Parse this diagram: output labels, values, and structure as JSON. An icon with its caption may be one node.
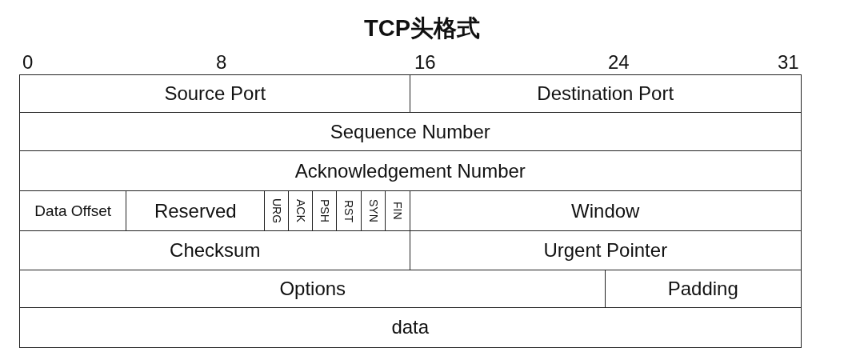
{
  "diagram": {
    "title": "TCP头格式",
    "nodes": [
      {
        "text": [
          "Source Port"
        ]
      },
      {
        "text": [
          "Destination Port"
        ]
      },
      {
        "text": [
          "Sequence Number"
        ]
      },
      {
        "text": [
          "Acknowledgement Number"
        ]
      },
      {
        "text": [
          "Data Offset"
        ]
      },
      {
        "text": [
          "Reserved"
        ]
      },
      {
        "text": [
          "URG"
        ]
      },
      {
        "text": [
          "ACK"
        ]
      },
      {
        "text": [
          "PSH"
        ]
      },
      {
        "text": [
          "RST"
        ]
      },
      {
        "text": [
          "SYN"
        ]
      },
      {
        "text": [
          "FIN"
        ]
      },
      {
        "text": [
          "Window"
        ]
      },
      {
        "text": [
          "Checksum"
        ]
      },
      {
        "text": [
          "Urgent Pointer"
        ]
      },
      {
        "text": [
          "Options"
        ]
      },
      {
        "text": [
          "Padding"
        ]
      },
      {
        "text": [
          "data"
        ]
      }
    ],
    "edges": [],
    "labels": [
      "0",
      "8",
      "16",
      "24",
      "31"
    ]
  }
}
